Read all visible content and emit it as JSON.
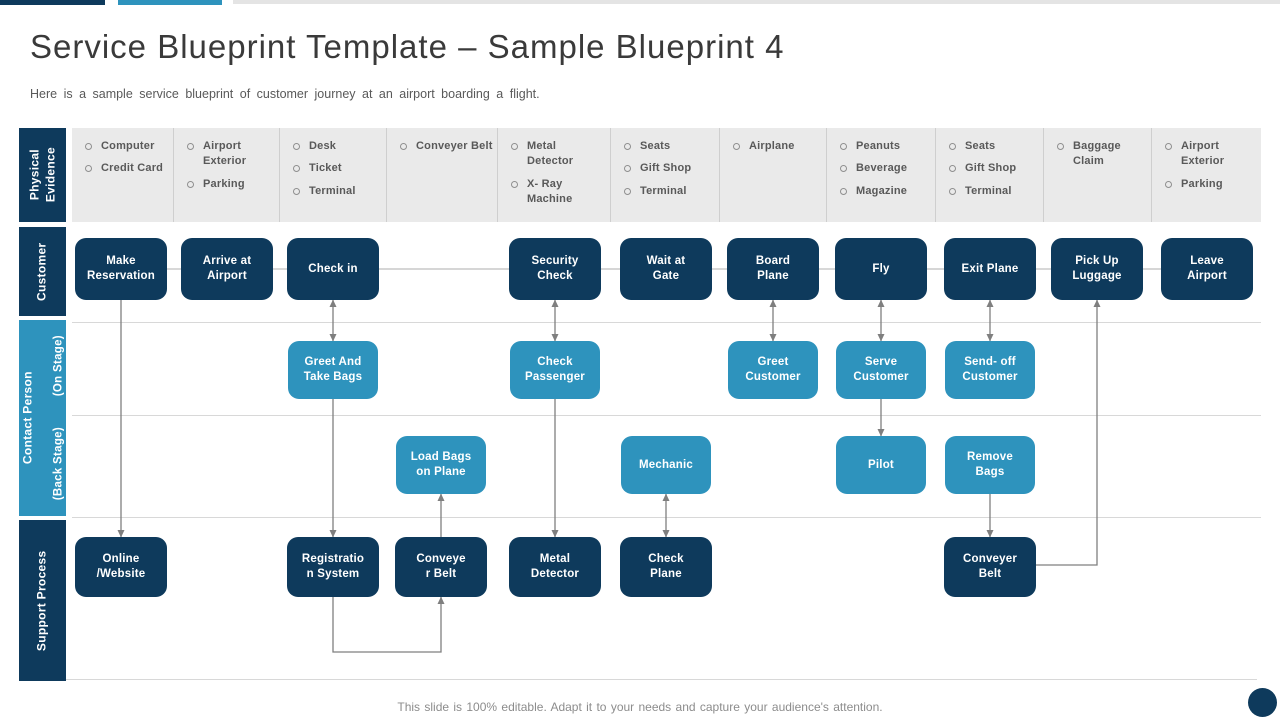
{
  "slide": {
    "title": "Service Blueprint Template – Sample Blueprint 4",
    "subtitle": "Here is a sample service blueprint of customer journey at an airport boarding a flight.",
    "footer": "This slide is 100% editable. Adapt it to your needs and capture your audience's attention."
  },
  "colors": {
    "navy": "#0e3a5c",
    "teal": "#2e93bd",
    "pe_bg": "#eaeaea",
    "pe_divider": "#cfcfcf",
    "separator": "#d8d8d8",
    "connector": "#7f7f7f",
    "link": "#bdbdbd",
    "text_gray": "#595959",
    "title_text": "#3a3a3a",
    "footer_text": "#8c8c8c"
  },
  "row_headers": {
    "physical_evidence": "Physical\nEvidence",
    "customer": "Customer",
    "contact_person": "Contact Person",
    "on_stage": "(On Stage)",
    "back_stage": "(Back Stage)",
    "support_process": "Support Process"
  },
  "physical_evidence": [
    [
      "Computer",
      "Credit Card"
    ],
    [
      "Airport Exterior",
      "Parking"
    ],
    [
      "Desk",
      "Ticket",
      "Terminal"
    ],
    [
      "Conveyer Belt"
    ],
    [
      "Metal Detector",
      "X- Ray Machine"
    ],
    [
      "Seats",
      "Gift Shop",
      "Terminal"
    ],
    [
      "Airplane"
    ],
    [
      "Peanuts",
      "Beverage",
      "Magazine"
    ],
    [
      "Seats",
      "Gift Shop",
      "Terminal"
    ],
    [
      "Baggage Claim"
    ],
    [
      "Airport Exterior",
      "Parking"
    ]
  ],
  "steps": {
    "customer": [
      {
        "id": "make-reservation",
        "label": "Make\nReservation",
        "col": 0
      },
      {
        "id": "arrive-airport",
        "label": "Arrive at\nAirport",
        "col": 1
      },
      {
        "id": "check-in",
        "label": "Check in",
        "col": 2
      },
      {
        "id": "security-check",
        "label": "Security\nCheck",
        "col": 4
      },
      {
        "id": "wait-at-gate",
        "label": "Wait at\nGate",
        "col": 5
      },
      {
        "id": "board-plane",
        "label": "Board\nPlane",
        "col": 6
      },
      {
        "id": "fly",
        "label": "Fly",
        "col": 7
      },
      {
        "id": "exit-plane",
        "label": "Exit Plane",
        "col": 8
      },
      {
        "id": "pick-up-luggage",
        "label": "Pick Up\nLuggage",
        "col": 9
      },
      {
        "id": "leave-airport",
        "label": "Leave\nAirport",
        "col": 10
      }
    ],
    "on_stage": [
      {
        "id": "greet-take-bags",
        "label": "Greet And\nTake Bags",
        "col": 2
      },
      {
        "id": "check-passenger",
        "label": "Check\nPassenger",
        "col": 4
      },
      {
        "id": "greet-customer",
        "label": "Greet\nCustomer",
        "col": 6
      },
      {
        "id": "serve-customer",
        "label": "Serve\nCustomer",
        "col": 7
      },
      {
        "id": "send-off-customer",
        "label": "Send- off\nCustomer",
        "col": 8
      }
    ],
    "back_stage": [
      {
        "id": "load-bags",
        "label": "Load Bags\non Plane",
        "col": 3
      },
      {
        "id": "mechanic",
        "label": "Mechanic",
        "col": 5
      },
      {
        "id": "pilot",
        "label": "Pilot",
        "col": 7
      },
      {
        "id": "remove-bags",
        "label": "Remove\nBags",
        "col": 8
      }
    ],
    "support": [
      {
        "id": "online-website",
        "label": "Online\n/Website",
        "col": 0
      },
      {
        "id": "registration-system",
        "label": "Registratio\nn System",
        "col": 2
      },
      {
        "id": "conveyer-belt-support",
        "label": "Conveye\nr Belt",
        "col": 3
      },
      {
        "id": "metal-detector-support",
        "label": "Metal\nDetector",
        "col": 4
      },
      {
        "id": "check-plane",
        "label": "Check\nPlane",
        "col": 5
      },
      {
        "id": "conveyer-belt-arrival",
        "label": "Conveyer\nBelt",
        "col": 8
      }
    ]
  },
  "connectors": [
    {
      "from": "make-reservation",
      "to": "online-website",
      "arrow": "end"
    },
    {
      "from": "check-in",
      "to": "greet-take-bags",
      "arrow": "both"
    },
    {
      "from": "greet-take-bags",
      "to": "registration-system",
      "arrow": "end"
    },
    {
      "from": "conveyer-belt-support",
      "to": "load-bags",
      "arrow": "end"
    },
    {
      "from": "security-check",
      "to": "check-passenger",
      "arrow": "both"
    },
    {
      "from": "check-passenger",
      "to": "metal-detector-support",
      "arrow": "end"
    },
    {
      "from": "mechanic",
      "to": "check-plane",
      "arrow": "both"
    },
    {
      "from": "board-plane",
      "to": "greet-customer",
      "arrow": "both"
    },
    {
      "from": "fly",
      "to": "serve-customer",
      "arrow": "both"
    },
    {
      "from": "serve-customer",
      "to": "pilot",
      "arrow": "end"
    },
    {
      "from": "exit-plane",
      "to": "send-off-customer",
      "arrow": "both"
    },
    {
      "from": "remove-bags",
      "to": "conveyer-belt-arrival",
      "arrow": "end"
    },
    {
      "from": "registration-system",
      "to": "conveyer-belt-support",
      "arrow": "end",
      "route": "under"
    },
    {
      "from": "conveyer-belt-arrival",
      "to": "pick-up-luggage",
      "arrow": "end",
      "route": "side"
    }
  ]
}
